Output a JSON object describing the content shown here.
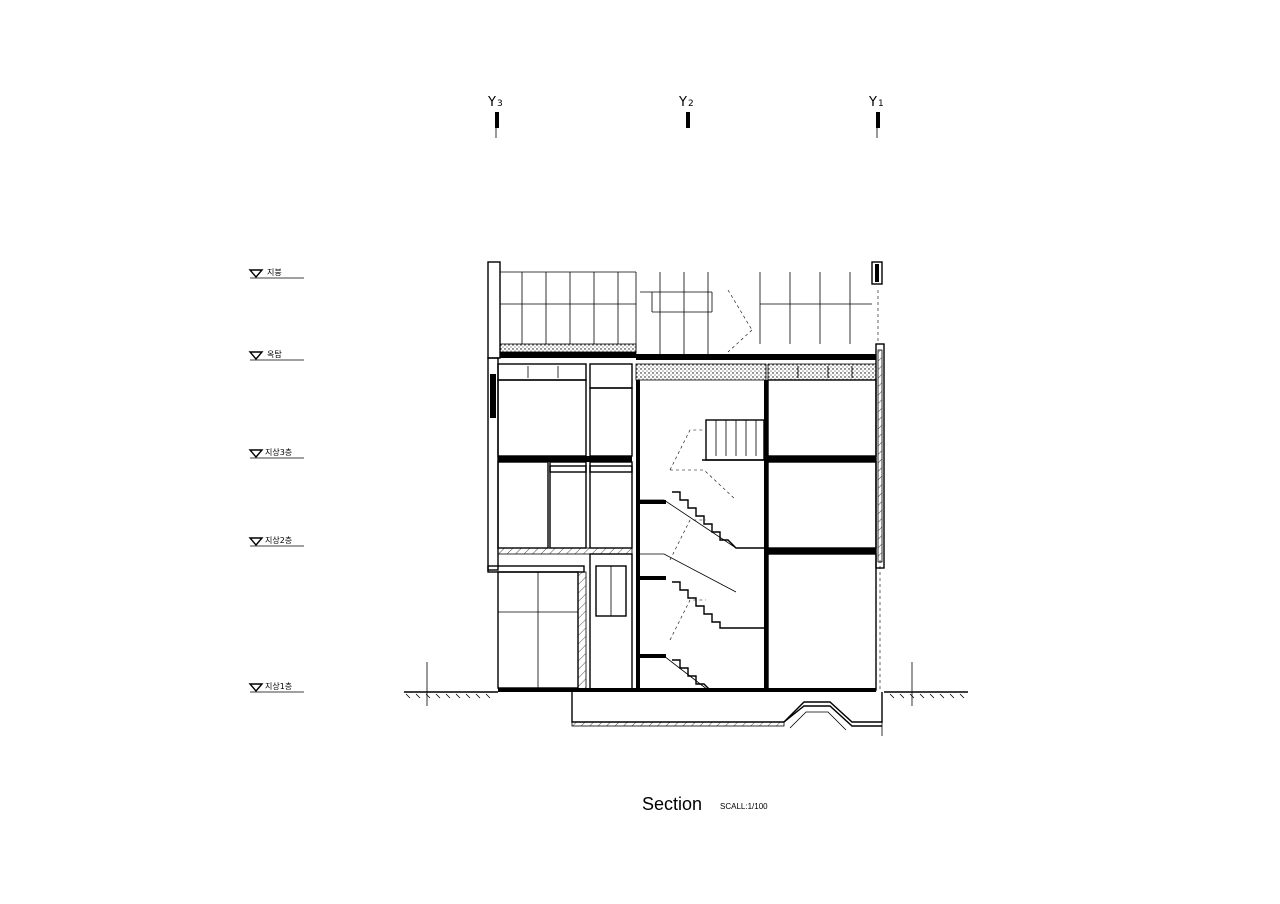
{
  "grid_axes": [
    {
      "letter": "Y",
      "sub": "3"
    },
    {
      "letter": "Y",
      "sub": "2"
    },
    {
      "letter": "Y",
      "sub": "1"
    }
  ],
  "levels": [
    {
      "label": "지붕"
    },
    {
      "label": "옥탑"
    },
    {
      "label": "지상3층"
    },
    {
      "label": "지상2층"
    },
    {
      "label": "지상1층"
    }
  ],
  "title": "Section",
  "scale": "SCALL:1/100"
}
